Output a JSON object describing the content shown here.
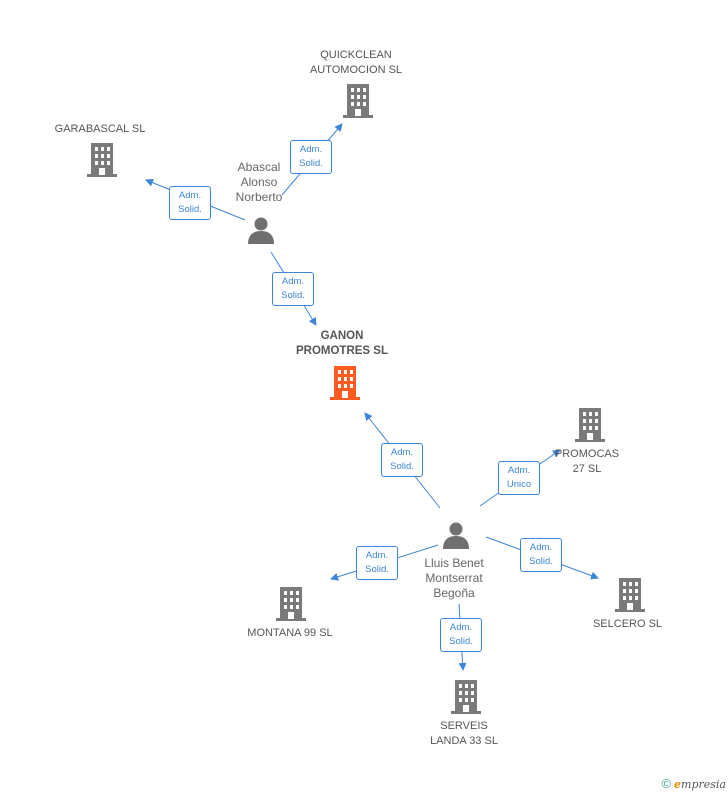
{
  "colors": {
    "company": "#7a7a7a",
    "main_company": "#ff5a1f",
    "person": "#6f6f6f",
    "edge": "#3d85d8"
  },
  "nodes": {
    "quickclean": {
      "label": "QUICKCLEAN\nAUTOMOCION SL",
      "icon": "building-icon"
    },
    "garabascal": {
      "label": "GARABASCAL SL",
      "icon": "building-icon"
    },
    "abascal": {
      "label": "Abascal\nAlonso\nNorberto",
      "icon": "person-icon"
    },
    "ganon": {
      "label": "GANON\nPROMOTRES SL",
      "icon": "building-icon"
    },
    "promocas": {
      "label": "PROMOCAS\n27 SL",
      "icon": "building-icon"
    },
    "lluis": {
      "label": "Lluis Benet\nMontserrat\nBegoña",
      "icon": "person-icon"
    },
    "montana": {
      "label": "MONTANA 99 SL",
      "icon": "building-icon"
    },
    "selcero": {
      "label": "SELCERO SL",
      "icon": "building-icon"
    },
    "serveis": {
      "label": "SERVEIS\nLANDA 33 SL",
      "icon": "building-icon"
    }
  },
  "edges": {
    "e1": {
      "line1": "Adm.",
      "line2": "Solid."
    },
    "e2": {
      "line1": "Adm.",
      "line2": "Solid."
    },
    "e3": {
      "line1": "Adm.",
      "line2": "Solid."
    },
    "e4": {
      "line1": "Adm.",
      "line2": "Solid."
    },
    "e5": {
      "line1": "Adm.",
      "line2": "Unico"
    },
    "e6": {
      "line1": "Adm.",
      "line2": "Solid."
    },
    "e7": {
      "line1": "Adm.",
      "line2": "Solid."
    },
    "e8": {
      "line1": "Adm.",
      "line2": "Solid."
    }
  },
  "footer": {
    "copyright": "©",
    "brand_first": "e",
    "brand_rest": "mpresia"
  }
}
